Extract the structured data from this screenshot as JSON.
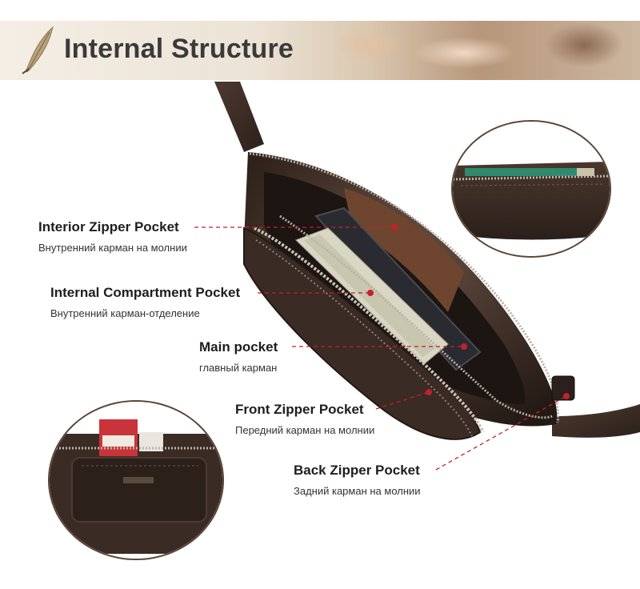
{
  "header": {
    "title": "Internal Structure"
  },
  "callouts": [
    {
      "en": "Interior Zipper Pocket",
      "ru": "Внутренний карман на молнии"
    },
    {
      "en": "Internal Compartment Pocket",
      "ru": "Внутренний карман-отделение"
    },
    {
      "en": "Main pocket",
      "ru": "главный карман"
    },
    {
      "en": "Front Zipper Pocket",
      "ru": "Передний карман на молнии"
    },
    {
      "en": "Back Zipper Pocket",
      "ru": "Задний карман на молнии"
    }
  ],
  "colors": {
    "leader_line": "#c0222e",
    "leather_dark": "#3b2b23",
    "frame": "#5b4336"
  }
}
